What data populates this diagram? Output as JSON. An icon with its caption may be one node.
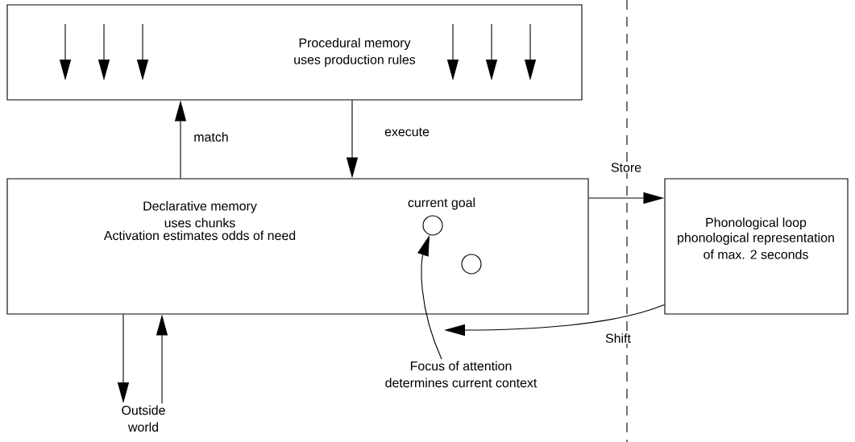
{
  "diagram": {
    "nodes": [
      {
        "text": [
          "Procedural memory uses production rules"
        ]
      },
      {
        "text": [
          "Declarative memory uses chunks",
          "Activation estimates odds of need"
        ]
      },
      {
        "text": [],
        "shape": "circle",
        "in": 1,
        "beside": [
          "current goal"
        ]
      },
      {
        "text": [],
        "shape": "circle",
        "in": 1
      },
      {
        "text": [
          "Phonological loop",
          "phonological representation of max. 2 seconds"
        ]
      },
      {
        "text": [
          "Focus of attention determines current context"
        ]
      },
      {
        "text": [
          "Outside world"
        ]
      }
    ],
    "edges": [
      {
        "from": 1,
        "to": 0,
        "arrow": "to",
        "label": "match"
      },
      {
        "from": 0,
        "to": 1,
        "arrow": "to",
        "label": "execute"
      },
      {
        "from": 1,
        "to": 4,
        "arrow": "to",
        "label": "Store"
      },
      {
        "from": 4,
        "to": null,
        "arrow": "to",
        "label": "Shift"
      },
      {
        "from": 5,
        "to": 2,
        "arrow": "to"
      },
      {
        "from": 1,
        "to": 6,
        "arrow": "to"
      },
      {
        "from": 6,
        "to": 1,
        "arrow": "to"
      }
    ]
  }
}
